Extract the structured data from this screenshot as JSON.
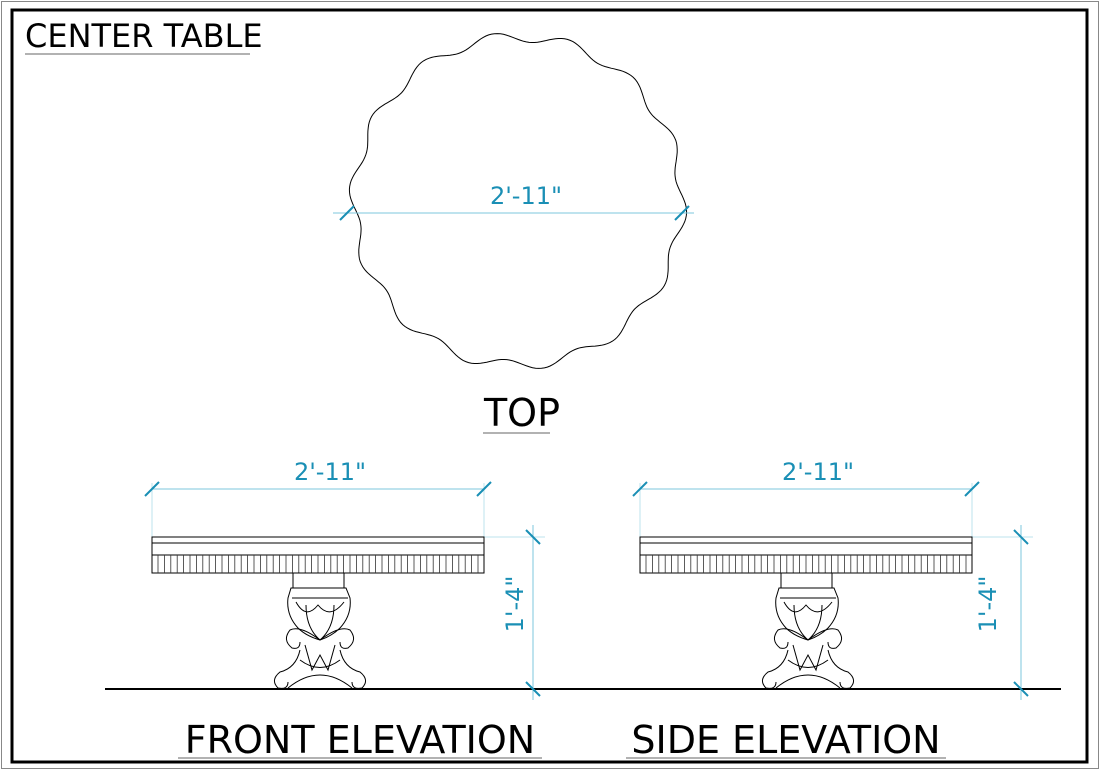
{
  "title": "CENTER TABLE",
  "views": {
    "top": {
      "label": "TOP",
      "diameter": "2'-11\""
    },
    "front": {
      "label": "FRONT ELEVATION",
      "width": "2'-11\"",
      "height": "1'-4\""
    },
    "side": {
      "label": "SIDE ELEVATION",
      "width": "2'-11\"",
      "height": "1'-4\""
    }
  },
  "colors": {
    "dimension": "#1a8fb5",
    "line": "#000000"
  }
}
